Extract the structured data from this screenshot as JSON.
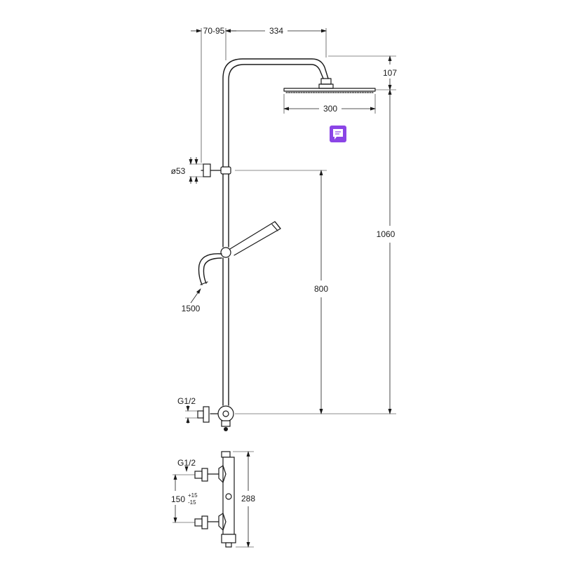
{
  "dimensions": {
    "wall_offset": "70-95",
    "arm_length": "334",
    "head_height": "107",
    "head_width": "300",
    "holder_diameter": "ø53",
    "total_height": "1060",
    "holder_height": "800",
    "hose_length": "1500",
    "inlet_thread_top": "G1/2",
    "inlet_thread_bottom": "G1/2",
    "inlet_spacing": "150",
    "inlet_tolerance_plus": "+15",
    "inlet_tolerance_minus": "-15",
    "mixer_height": "288"
  },
  "icons": {
    "comment_badge": "comment-icon",
    "comment_badge_color": "#8b45e6"
  }
}
